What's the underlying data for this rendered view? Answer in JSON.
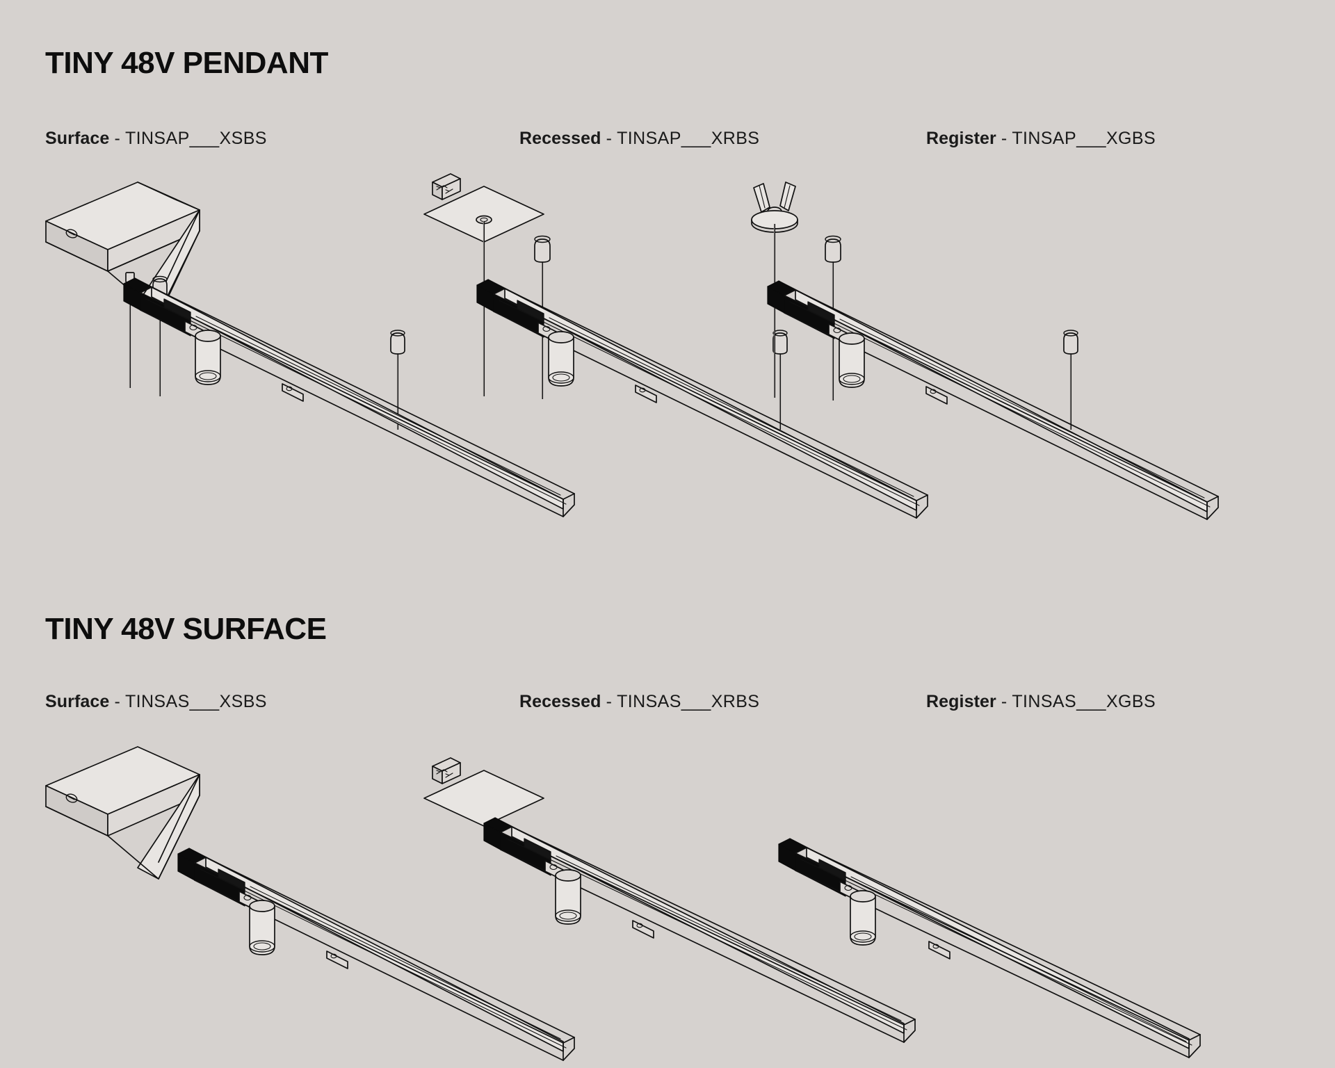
{
  "page": {
    "background_color": "#d6d2cf",
    "ink_color": "#111111",
    "accent_black": "#0b0b0b"
  },
  "sections": [
    {
      "id": "pendant",
      "title": "TINY 48V PENDANT",
      "variants": [
        {
          "id": "surface",
          "name": "Surface",
          "separator": " - ",
          "code": "TINSAP___XSBS",
          "mount": "surface-canopy-box"
        },
        {
          "id": "recessed",
          "name": "Recessed",
          "separator": " - ",
          "code": "TINSAP___XRBS",
          "mount": "recessed-ceiling-plate"
        },
        {
          "id": "register",
          "name": "Register",
          "separator": " - ",
          "code": "TINSAP___XGBS",
          "mount": "register-spring-rose"
        }
      ]
    },
    {
      "id": "surface",
      "title": "TINY 48V SURFACE",
      "variants": [
        {
          "id": "surface",
          "name": "Surface",
          "separator": " - ",
          "code": "TINSAS___XSBS",
          "mount": "surface-canopy-box"
        },
        {
          "id": "recessed",
          "name": "Recessed",
          "separator": " - ",
          "code": "TINSAS___XRBS",
          "mount": "recessed-ceiling-plate"
        },
        {
          "id": "register",
          "name": "Register",
          "separator": " - ",
          "code": "TINSAS___XGBS",
          "mount": "none"
        }
      ]
    }
  ],
  "drawing": {
    "style": "isometric-line-drawing",
    "components": [
      "track-rail",
      "track-end-cap",
      "cylinder-spotlight",
      "suspension-cable",
      "cable-ferrule",
      "junction-box",
      "canopy-box",
      "ceiling-plate",
      "spring-clip-rose",
      "mounting-screw"
    ]
  }
}
